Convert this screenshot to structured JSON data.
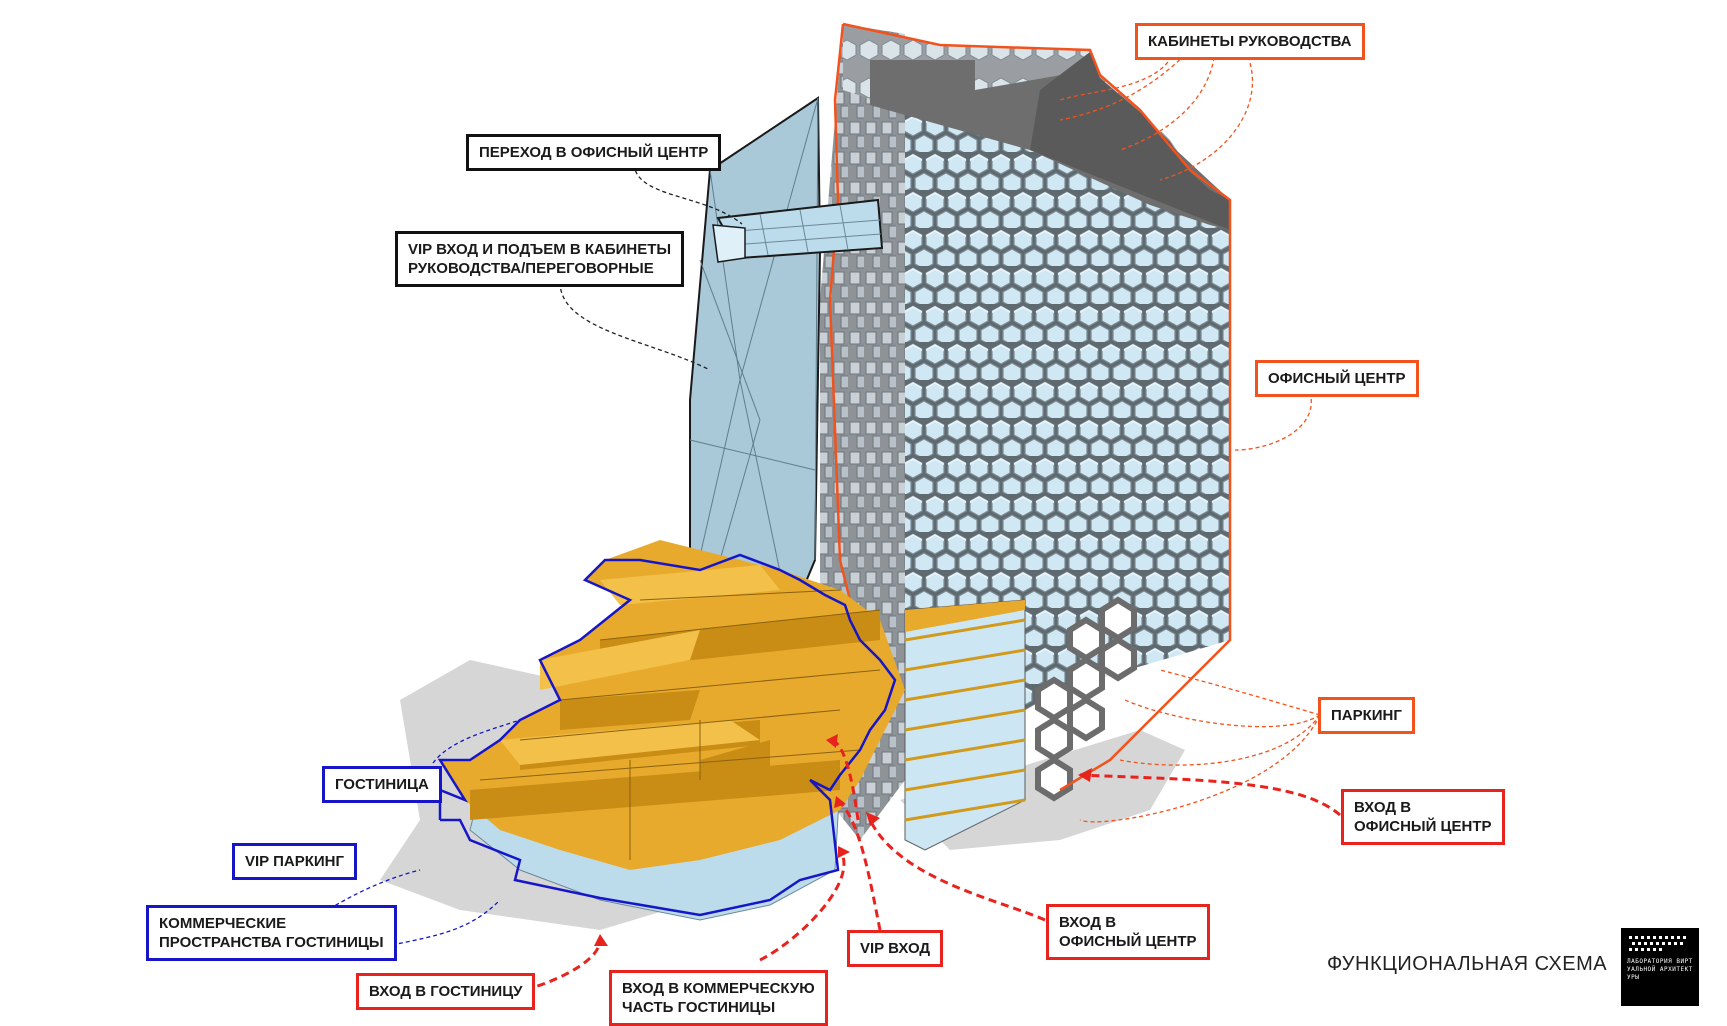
{
  "labels": {
    "transition": "ПЕРЕХОД В ОФИСНЫЙ ЦЕНТР",
    "vip_entrance_line1": "VIP ВХОД И ПОДЪЕМ В КАБИНЕТЫ",
    "vip_entrance_line2": "РУКОВОДСТВА/ПЕРЕГОВОРНЫЕ",
    "executive_offices": "КАБИНЕТЫ  РУКОВОДСТВА",
    "office_center": "ОФИСНЫЙ ЦЕНТР",
    "parking": "ПАРКИНГ",
    "office_entrance_right_line1": "ВХОД В",
    "office_entrance_right_line2": "ОФИСНЫЙ ЦЕНТР",
    "office_entrance_bottom_line1": "ВХОД В",
    "office_entrance_bottom_line2": "ОФИСНЫЙ ЦЕНТР",
    "vip_entry": "VIP ВХОД",
    "commercial_entry_line1": "ВХОД В КОММЕРЧЕСКУЮ",
    "commercial_entry_line2": "ЧАСТЬ  ГОСТИНИЦЫ",
    "hotel_entry": "ВХОД В ГОСТИНИЦУ",
    "hotel": "ГОСТИНИЦА",
    "vip_parking": "VIP ПАРКИНГ",
    "commercial_spaces_line1": "КОММЕРЧЕСКИЕ",
    "commercial_spaces_line2": "ПРОСТРАНСТВА  ГОСТИНИЦЫ"
  },
  "caption": "ФУНКЦИОНАЛЬНАЯ  СХЕМА",
  "logo_text": "ЛАБОРАТОРИЯ ВИРТУАЛЬНОЙ АРХИТЕКТУРЫ",
  "colors": {
    "black_frame": "#111111",
    "red_frame": "#e8231e",
    "orange_frame": "#f2531d",
    "blue_frame": "#1616c8",
    "hotel_fill": "#e8aa2c",
    "glass": "#bfe0f0",
    "tower_grey": "#8c8c8c"
  }
}
